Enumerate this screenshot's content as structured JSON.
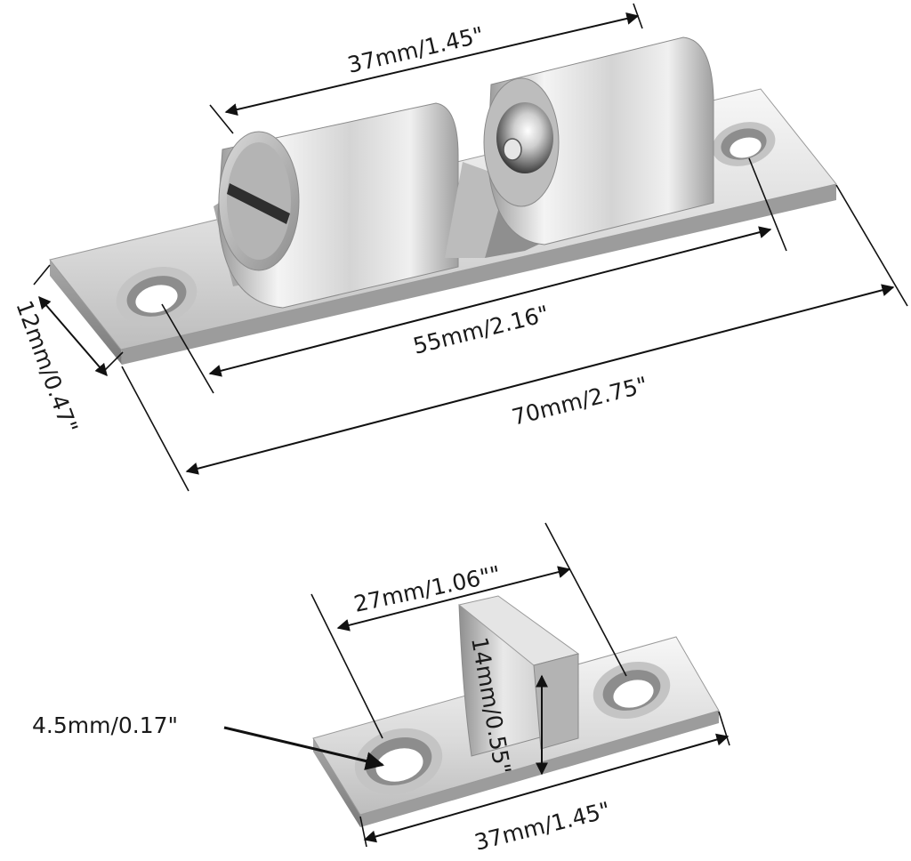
{
  "catch_body": {
    "dimensions": {
      "roller_span": "37mm/1.45\"",
      "hole_spacing": "55mm/2.16\"",
      "overall_length": "70mm/2.75\"",
      "width": "12mm/0.47\""
    }
  },
  "strike_plate": {
    "dimensions": {
      "tongue_width": "27mm/1.06\"\"",
      "height": "14mm/0.55\"",
      "hole_diameter": "4.5mm/0.17\"",
      "length": "37mm/1.45\""
    }
  },
  "colors": {
    "metal_light": "#f2f2f2",
    "metal_mid": "#c9c9c9",
    "metal_dark": "#8e8e8e",
    "line": "#111111"
  }
}
